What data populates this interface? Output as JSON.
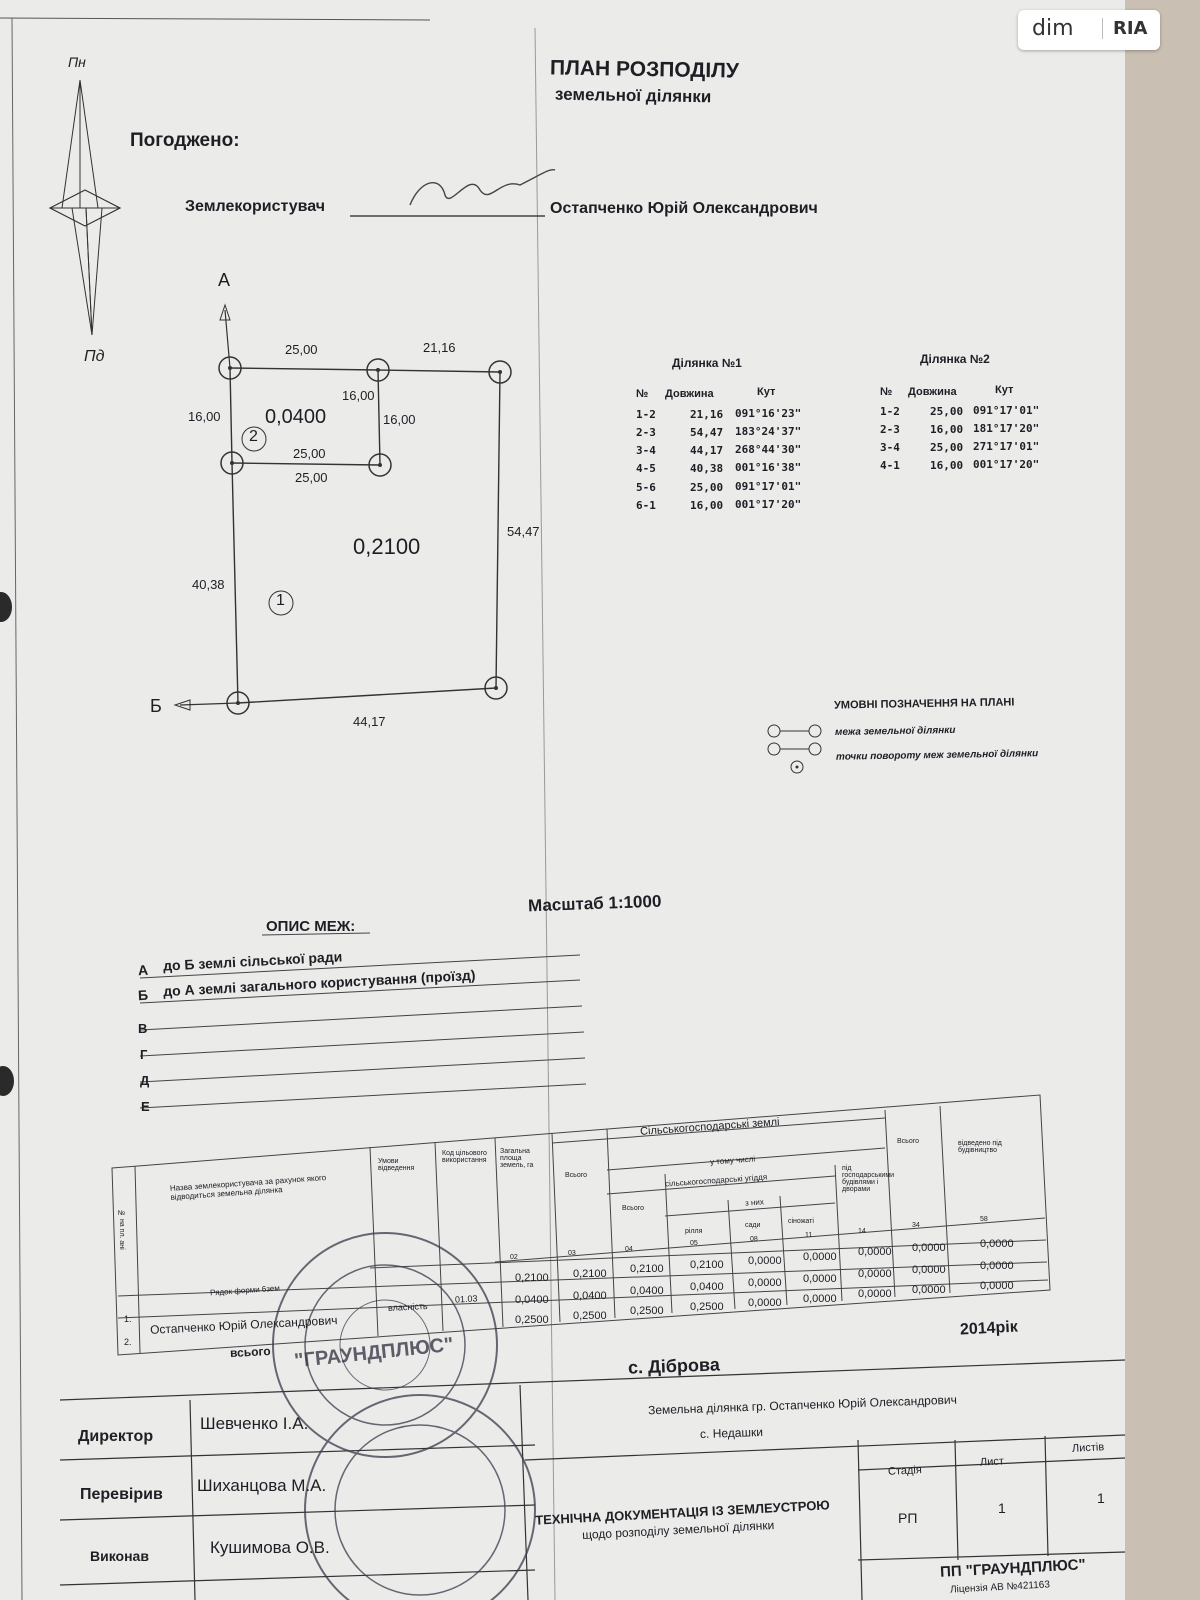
{
  "header": {
    "title": "ПЛАН РОЗПОДІЛУ",
    "subtitle": "земельної ділянки"
  },
  "compass": {
    "north": "Пн",
    "south": "Пд"
  },
  "approval": {
    "heading": "Погоджено:",
    "role": "Землекористувач",
    "name": "Остапченко Юрій Олександрович"
  },
  "plan": {
    "point_a": "А",
    "point_b": "Б",
    "area_1": "0,2100",
    "area_2": "0,0400",
    "num_1": "1",
    "num_2": "2",
    "dims": [
      "25,00",
      "21,16",
      "16,00",
      "16,00",
      "16,00",
      "25,00",
      "25,00",
      "54,47",
      "40,38",
      "44,17"
    ]
  },
  "parcel1": {
    "title": "Ділянка №1",
    "headers": [
      "№",
      "Довжина",
      "Кут"
    ],
    "rows": [
      [
        "1-2",
        "21,16",
        "091°16'23\""
      ],
      [
        "2-3",
        "54,47",
        "183°24'37\""
      ],
      [
        "3-4",
        "44,17",
        "268°44'30\""
      ],
      [
        "4-5",
        "40,38",
        "001°16'38\""
      ],
      [
        "5-6",
        "25,00",
        "091°17'01\""
      ],
      [
        "6-1",
        "16,00",
        "001°17'20\""
      ]
    ]
  },
  "parcel2": {
    "title": "Ділянка №2",
    "headers": [
      "№",
      "Довжина",
      "Кут"
    ],
    "rows": [
      [
        "1-2",
        "25,00",
        "091°17'01\""
      ],
      [
        "2-3",
        "16,00",
        "181°17'20\""
      ],
      [
        "3-4",
        "25,00",
        "271°17'01\""
      ],
      [
        "4-1",
        "16,00",
        "001°17'20\""
      ]
    ]
  },
  "legend": {
    "title": "УМОВНІ ПОЗНАЧЕННЯ НА ПЛАНІ",
    "items": [
      "межа земельної ділянки",
      "точки повороту меж земельної ділянки"
    ]
  },
  "scale": "Масштаб 1:1000",
  "boundaries": {
    "title": "ОПИС МЕЖ:",
    "rows": [
      {
        "letter": "А",
        "text": "до Б   землі сільської ради"
      },
      {
        "letter": "Б",
        "text": "до А   землі загального користування (проїзд)"
      },
      {
        "letter": "В",
        "text": ""
      },
      {
        "letter": "Г",
        "text": ""
      },
      {
        "letter": "Д",
        "text": ""
      },
      {
        "letter": "Е",
        "text": ""
      }
    ]
  },
  "landtable": {
    "group_header": "Сільськогосподарські землі",
    "sub_header": "у тому числі",
    "sub_header2": "сільськогосподарські угіддя",
    "sub_header3": "з них",
    "headers": [
      "№ на пл. ані",
      "Назва землекористувача за рахунок якого відводиться земельна ділянка",
      "Умови відведення",
      "Код цільового використання",
      "Загальна площа земель, га",
      "Всього",
      "Всього",
      "рілля",
      "сади",
      "сіножаті",
      "під господарськими будівлями і дворами",
      "Всього",
      "відведено під будівництво"
    ],
    "row_label": "Рядок форми 6зем",
    "col_nums": [
      "02",
      "03",
      "04",
      "05",
      "08",
      "11",
      "14",
      "34",
      "58"
    ],
    "owner": "Остапченко Юрій Олександрович",
    "condition": "власність",
    "code": "01.03",
    "row_nums": [
      "1.",
      "2."
    ],
    "total_label": "всього",
    "rows": [
      [
        "0,2100",
        "0,2100",
        "0,2100",
        "0,2100",
        "0,0000",
        "0,0000",
        "0,0000",
        "0,0000",
        "0,0000"
      ],
      [
        "0,0400",
        "0,0400",
        "0,0400",
        "0,0400",
        "0,0000",
        "0,0000",
        "0,0000",
        "0,0000",
        "0,0000"
      ],
      [
        "0,2500",
        "0,2500",
        "0,2500",
        "0,2500",
        "0,0000",
        "0,0000",
        "0,0000",
        "0,0000",
        "0,0000"
      ]
    ]
  },
  "year": "2014рік",
  "village": "с. Діброва",
  "titleblock": {
    "description1": "Земельна ділянка гр.  Остапченко Юрій Олександрович",
    "description2": "с. Недашки",
    "doc_title1": "ТЕХНІЧНА ДОКУМЕНТАЦІЯ ІЗ ЗЕМЛЕУСТРОЮ",
    "doc_title2": "щодо розподілу земельної ділянки",
    "stage_label": "Стадія",
    "sheet_label": "Лист",
    "sheets_label": "Листів",
    "stage": "РП",
    "sheet": "1",
    "sheets": "1",
    "company": "ПП \"ГРАУНДПЛЮС\"",
    "license": "Ліцензія АВ №421163",
    "roles": [
      {
        "role": "Директор",
        "name": "Шевченко І.А."
      },
      {
        "role": "Перевірив",
        "name": "Шиханцова М.А."
      },
      {
        "role": "Виконав",
        "name": "Кушимова О.В."
      }
    ]
  },
  "stamp": {
    "text": "\"ГРАУНДПЛЮС\""
  },
  "watermark": {
    "brand": "dim",
    "partner": "RIA"
  }
}
